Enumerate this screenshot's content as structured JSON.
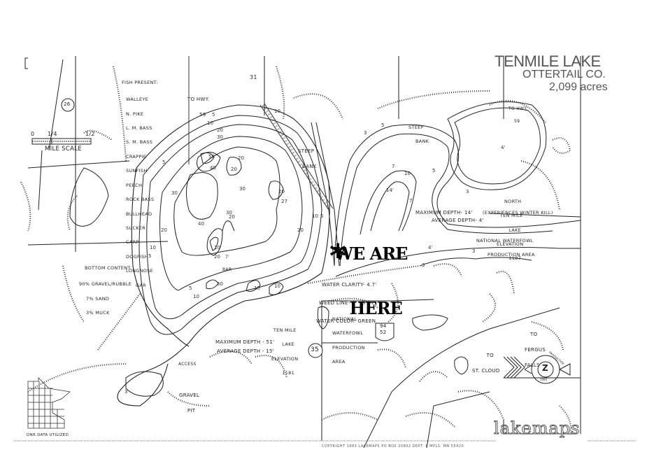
{
  "map": {
    "title": "TENMILE LAKE",
    "county": "OTTERTAIL CO.",
    "acreage": "2,099 acres",
    "annotation": {
      "callout_line1": "WE ARE",
      "callout_line2": "HERE",
      "marker_symbol": "*"
    },
    "fish_present": {
      "heading": "FISH PRESENT:",
      "species": [
        "WALLEYE",
        "N. PIKE",
        "L. M. BASS",
        "S. M. BASS",
        "CRAPPIE",
        "SUNFISH",
        "PERCH",
        "ROCK BASS",
        "BULLHEAD",
        "SUCKER",
        "CARP",
        "DOGFISH",
        "LONGNOSE",
        "GAR"
      ]
    },
    "scale": {
      "ticks": [
        "0",
        "1/4",
        "1/2"
      ],
      "label": "MILE SCALE"
    },
    "bottom_content": {
      "heading": "BOTTOM CONTENT:",
      "items": [
        "90% GRAVEL/RUBBLE",
        "7% SAND",
        "3% MUCK"
      ]
    },
    "water_info": {
      "clarity": "WATER CLARITY- 4.7'",
      "weed_line": "WEED LINE- 7' - 9'",
      "color": "WATER COLOR- GREEN"
    },
    "ten_mile_lake": {
      "label": [
        "TEN MILE",
        "LAKE",
        "ELEVATION",
        "1181"
      ],
      "max_depth": "MAXIMUM DEPTH - 51'",
      "avg_depth": "AVERAGE DEPTH - 15'"
    },
    "north_ten_mile_lake": {
      "label": [
        "NORTH",
        "TEN MILE",
        "LAKE",
        "ELEVATION",
        "1187"
      ],
      "note": "(EXPERIENCES WINTER KILL)",
      "max_depth": "MAXIMUM DEPTH- 14'",
      "avg_depth": "AVERAGE DEPTH- 4'"
    },
    "waterfowl_areas": [
      {
        "label": [
          "NATIONAL WATERFOWL",
          "PRODUCTION AREA"
        ]
      },
      {
        "label": [
          "NATIONAL",
          "WATERFOWL",
          "PRODUCTION",
          "AREA"
        ]
      }
    ],
    "features": {
      "steep_bank_1": [
        "STEEP",
        "BANK"
      ],
      "steep_bank_2": [
        "STEEP",
        "BANK"
      ],
      "access": "ACCESS",
      "gravel_pit": [
        "GRAVEL",
        "PIT"
      ],
      "bar": [
        "7'",
        "BAR"
      ]
    },
    "roads": {
      "to_hwy_59_a": [
        "TO HWY.",
        "59"
      ],
      "to_hwy_59_b": [
        "TO HWY.",
        "59"
      ],
      "to_st_cloud": [
        "TO",
        "ST. CLOUD"
      ],
      "to_fergus_falls": [
        "TO",
        "FERGUS",
        "FALLS"
      ],
      "hwy_26": "26",
      "hwy_35": "35",
      "hwy_31": "31",
      "us_94": "94",
      "us_52": "52"
    },
    "depth_labels": {
      "main": [
        "5",
        "10",
        "20",
        "30",
        "40",
        "50",
        "20",
        "20",
        "30",
        "30",
        "20",
        "27",
        "30",
        "20",
        "40",
        "20",
        "10",
        "20",
        "10",
        "5",
        "10",
        "20",
        "30",
        "10",
        "10",
        "5",
        "10",
        "5",
        "10",
        "3",
        "5"
      ],
      "north": [
        "14'",
        "7",
        "10",
        "7",
        "5",
        "3",
        "3",
        "4'",
        "4'",
        "5",
        "3",
        "3"
      ]
    },
    "logo_badge": {
      "center": "Z",
      "ring_text": "PRODUCTION",
      "year": "1983"
    },
    "dnr_note": "DNR DATA UTILIZED",
    "brand": "lakemaps",
    "footer": "COPYRIGHT 1983 LAKEMAPS PO BOX 20802 DEPT. 8 MPLS. MN 55420"
  },
  "colors": {
    "ink": "#222222",
    "paper": "#ffffff",
    "title_gray": "#555555"
  }
}
